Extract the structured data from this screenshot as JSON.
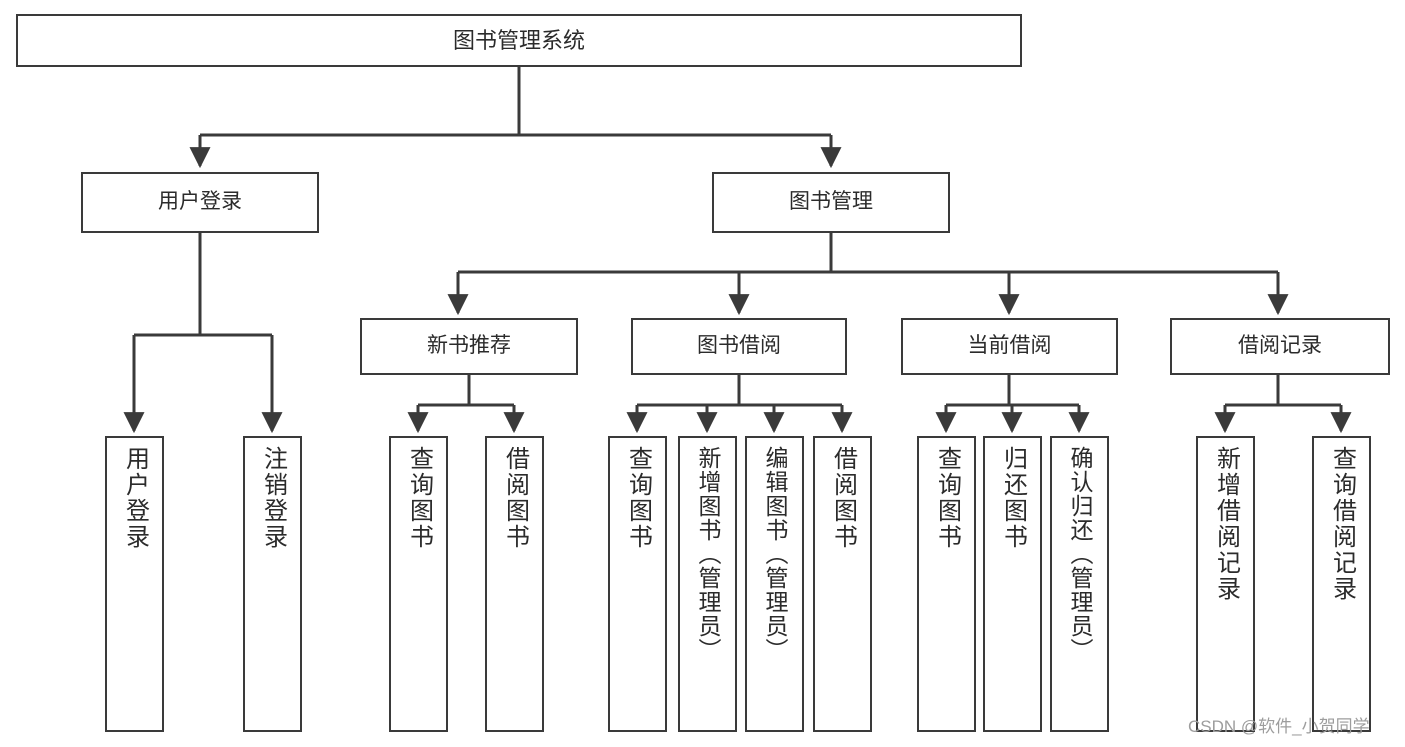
{
  "diagram": {
    "type": "tree-hierarchy-chart",
    "title": "图书管理系统",
    "orientation": "top-down",
    "colors": {
      "background": "#ffffff",
      "box_border": "#3a3a3a",
      "box_fill": "#ffffff",
      "text": "#2b2b2b",
      "connector": "#3a3a3a",
      "watermark": "#9d9d9d"
    },
    "root": {
      "label": "图书管理系统"
    },
    "level2": [
      {
        "label": "用户登录"
      },
      {
        "label": "图书管理"
      }
    ],
    "level3": [
      {
        "label": "新书推荐"
      },
      {
        "label": "图书借阅"
      },
      {
        "label": "当前借阅"
      },
      {
        "label": "借阅记录"
      }
    ],
    "leaves": {
      "user_login": [
        {
          "label": "用户登录"
        },
        {
          "label": "注销登录"
        }
      ],
      "new_book_recommend": [
        {
          "label": "查询图书"
        },
        {
          "label": "借阅图书"
        }
      ],
      "book_borrow": [
        {
          "label": "查询图书"
        },
        {
          "label": "新增图书（管理员）"
        },
        {
          "label": "编辑图书（管理员）"
        },
        {
          "label": "借阅图书"
        }
      ],
      "current_borrow": [
        {
          "label": "查询图书"
        },
        {
          "label": "归还图书"
        },
        {
          "label": "确认归还（管理员）"
        }
      ],
      "borrow_record": [
        {
          "label": "新增借阅记录"
        },
        {
          "label": "查询借阅记录"
        }
      ]
    },
    "watermark": "CSDN @软件_小贺同学"
  }
}
